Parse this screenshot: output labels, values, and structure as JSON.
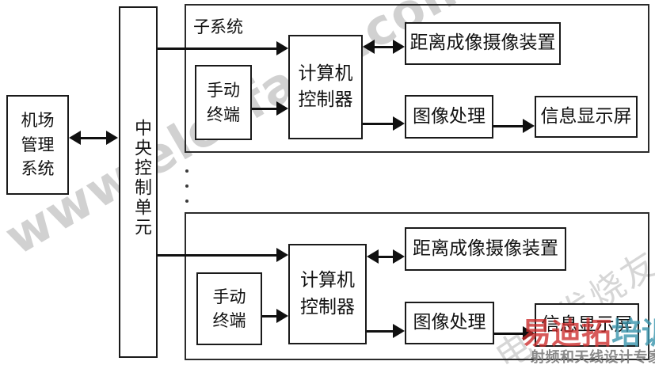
{
  "diagram": {
    "title_hint": "airport-display-control-block-diagram",
    "mgmt_box": {
      "lines": [
        "机场",
        "管理",
        "系统"
      ]
    },
    "central_bar": {
      "label": "中央控制单元"
    },
    "subsystem_label": "子系统",
    "ellipsis_hint": "vertical-dots-more-subsystems",
    "subsystems": [
      {
        "manual_terminal": [
          "手动",
          "终端"
        ],
        "computer_controller": [
          "计算机",
          "控制器"
        ],
        "camera": "距离成像摄像装置",
        "image_processing": "图像处理",
        "display": "信息显示屏"
      },
      {
        "manual_terminal": [
          "手动",
          "终端"
        ],
        "computer_controller": [
          "计算机",
          "控制器"
        ],
        "camera": "距离成像摄像装置",
        "image_processing": "图像处理",
        "display": "信息显示屏"
      }
    ]
  },
  "watermarks": {
    "site": "www.elecfans.com",
    "site_cn": "电子发烧友",
    "brand_red": "易迪拓",
    "brand_teal": "培训",
    "tagline": "射频和天线设计专家"
  },
  "colors": {
    "line": "#101010",
    "box_border": "#1a1a1a",
    "watermark_gray": "#acacac",
    "brand_red": "#cc2a2a",
    "brand_teal": "#3a95ad",
    "background": "#ffffff"
  }
}
